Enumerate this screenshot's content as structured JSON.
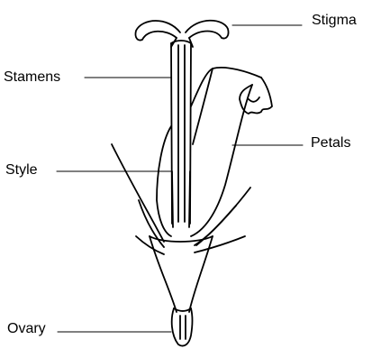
{
  "diagram": {
    "labels": {
      "stigma": "Stigma",
      "stamens": "Stamens",
      "petals": "Petals",
      "style": "Style",
      "ovary": "Ovary"
    },
    "colors": {
      "ink": "#000000",
      "background": "#ffffff"
    }
  }
}
